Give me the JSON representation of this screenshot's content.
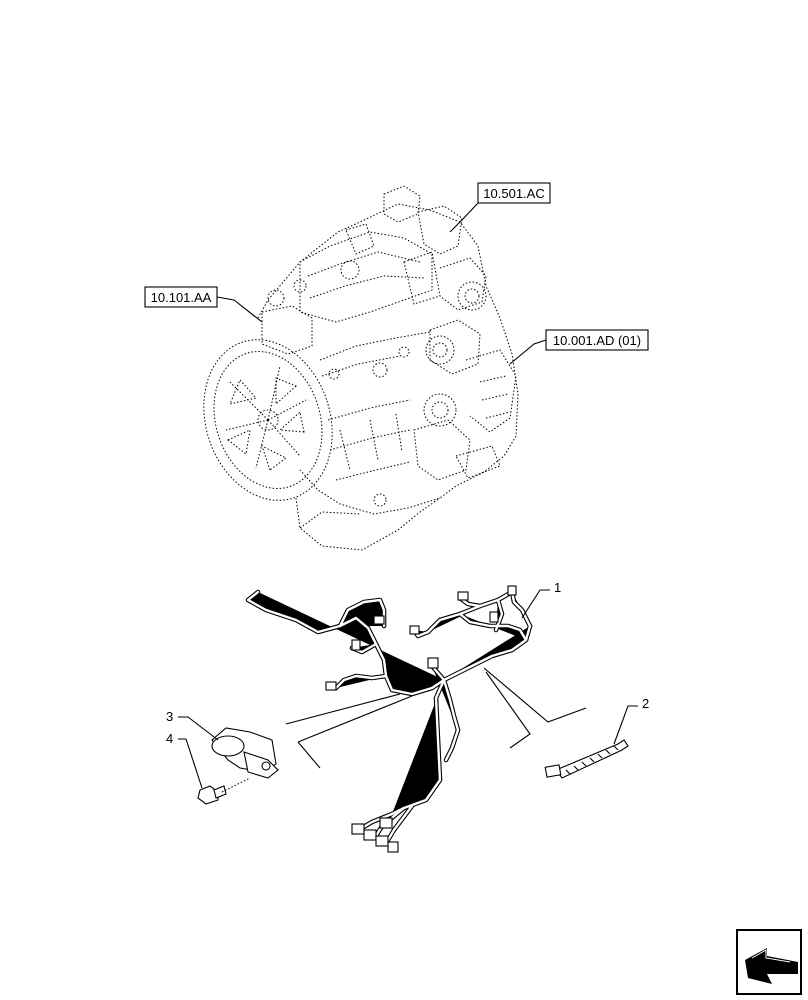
{
  "references": [
    {
      "id": "ref-10-501-ac",
      "label": "10.501.AC"
    },
    {
      "id": "ref-10-101-aa",
      "label": "10.101.AA"
    },
    {
      "id": "ref-10-001-ad",
      "label": "10.001.AD (01)"
    }
  ],
  "callouts": [
    {
      "id": "callout-1",
      "label": "1"
    },
    {
      "id": "callout-2",
      "label": "2"
    },
    {
      "id": "callout-3",
      "label": "3"
    },
    {
      "id": "callout-4",
      "label": "4"
    }
  ],
  "nav_icon": "next-page-arrow-icon"
}
